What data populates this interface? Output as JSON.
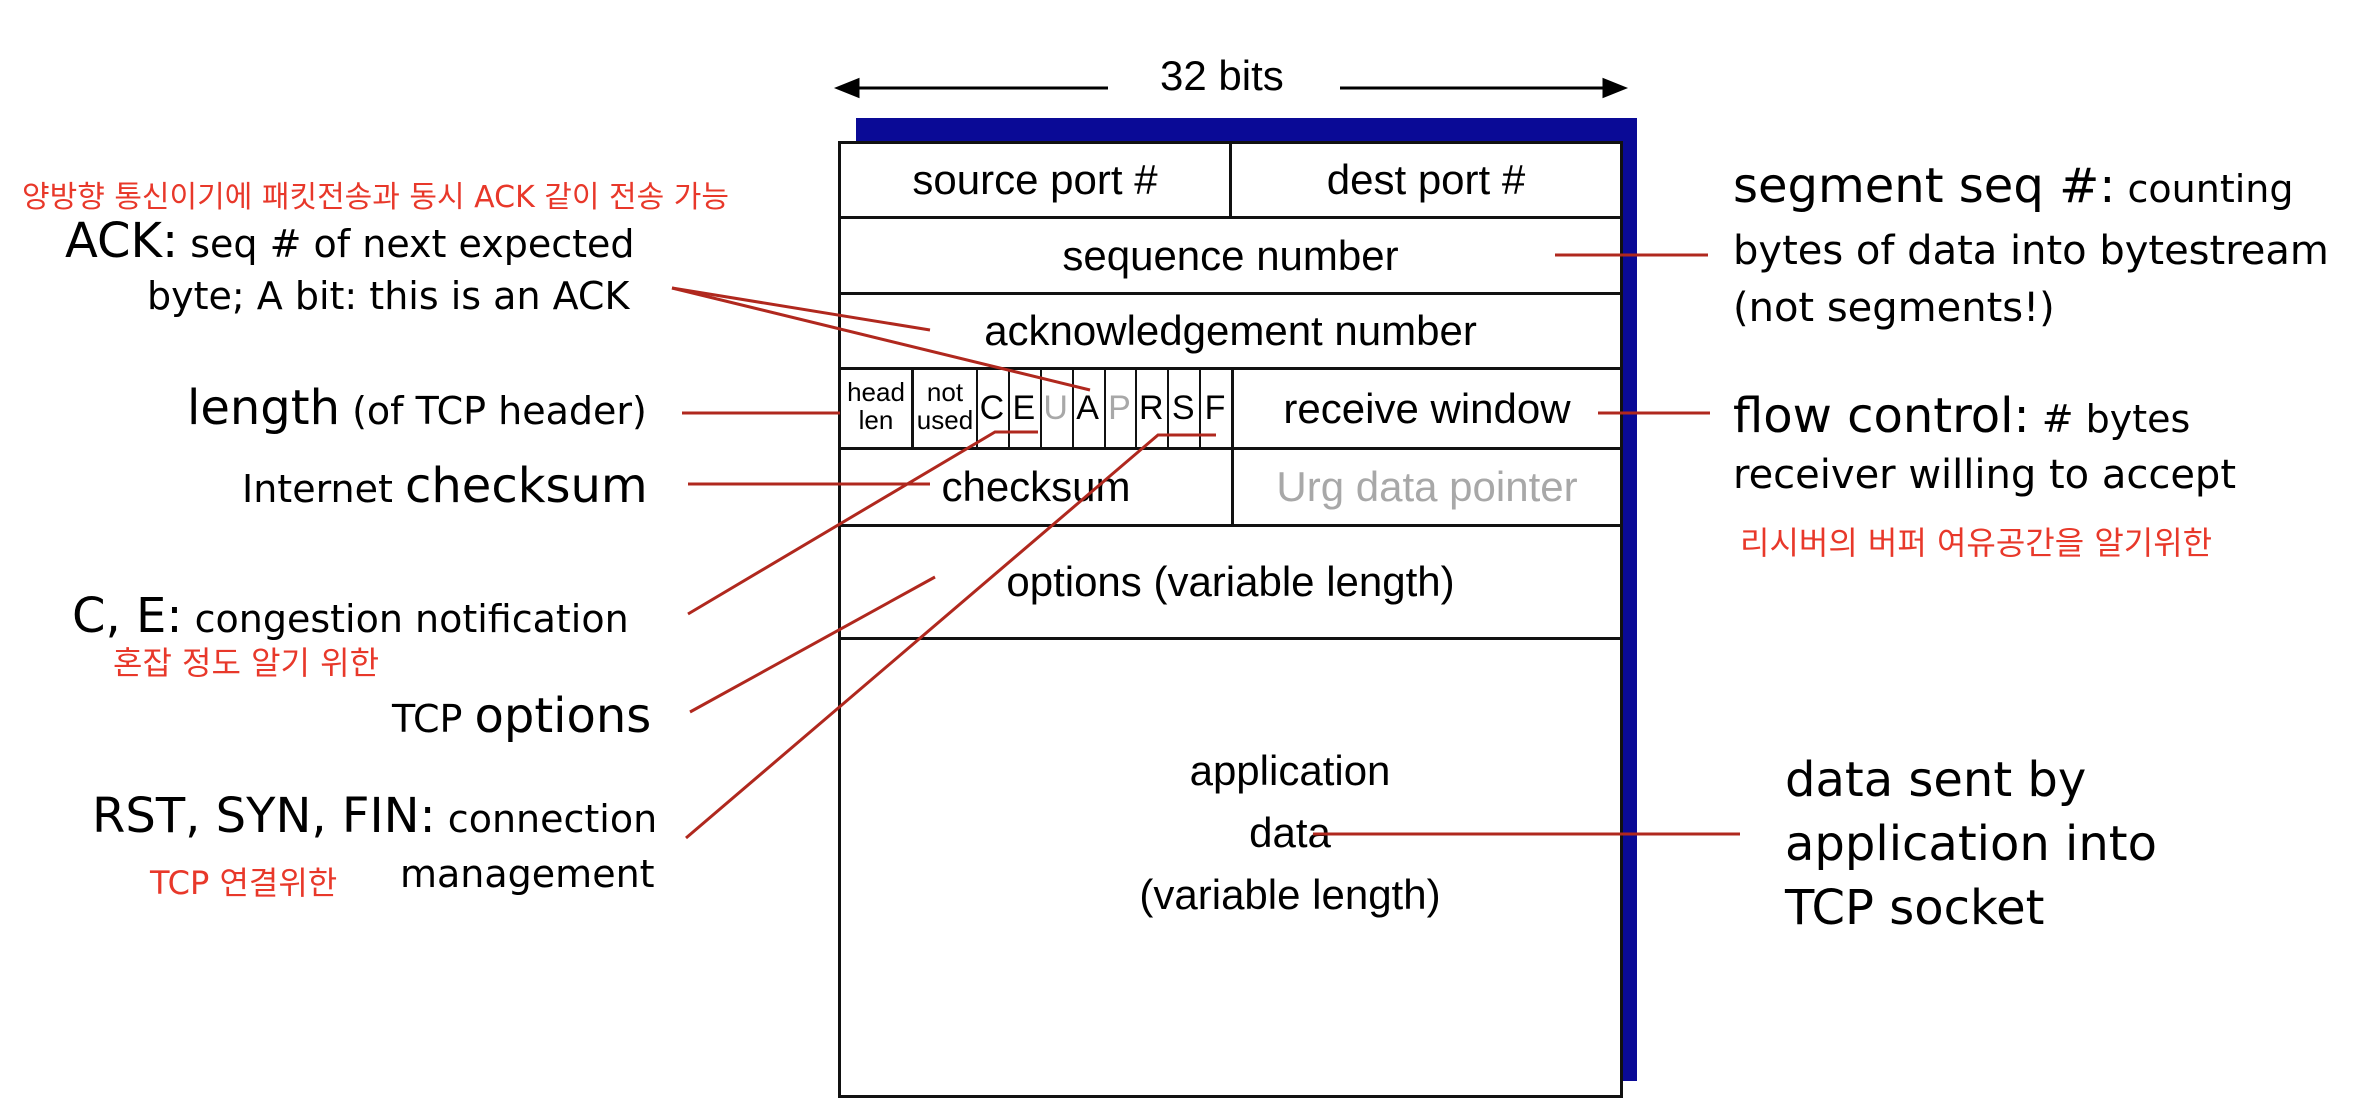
{
  "width_label": "32 bits",
  "header": {
    "source_port": "source port #",
    "dest_port": "dest port #",
    "sequence_number": "sequence number",
    "ack_number": "acknowledgement number",
    "head_len": [
      "head",
      "len"
    ],
    "not_used": [
      "not",
      "used"
    ],
    "flags": [
      {
        "letter": "C",
        "active": true
      },
      {
        "letter": "E",
        "active": true
      },
      {
        "letter": "U",
        "active": false
      },
      {
        "letter": "A",
        "active": true
      },
      {
        "letter": "P",
        "active": false
      },
      {
        "letter": "R",
        "active": true
      },
      {
        "letter": "S",
        "active": true
      },
      {
        "letter": "F",
        "active": true
      }
    ],
    "receive_window": "receive window",
    "checksum": "checksum",
    "urg_pointer": "Urg data pointer",
    "options": "options (variable length)",
    "app_data": [
      "application",
      "data",
      "(variable length)"
    ]
  },
  "left_labels": {
    "korean_top": "양방향 통신이기에 패킷전송과 동시 ACK 같이 전송 가능",
    "ack_big": "ACK:",
    "ack_rest": " seq # of next expected",
    "ack_line2": "byte; A bit: this is an ACK",
    "length_big": "length",
    "length_rest": " (of TCP header)",
    "checksum_small": "Internet ",
    "checksum_big": "checksum",
    "ce_big": "C, E:",
    "ce_rest": " congestion notification",
    "ce_korean": "혼잡 정도 알기 위한",
    "options_small": "TCP ",
    "options_big": "options",
    "rsf_big": "RST, SYN, FIN:",
    "rsf_rest": " connection",
    "rsf_line2": "management",
    "rsf_korean": "TCP 연결위한"
  },
  "right_labels": {
    "seq_big": "segment seq  #:",
    "seq_rest": " counting",
    "seq_line2": "bytes of data into bytestream",
    "seq_line3": "(not segments!)",
    "flow_big": "flow control:",
    "flow_rest": " # bytes",
    "flow_line2": "receiver willing to accept",
    "flow_korean": "리시버의 버퍼 여유공간을 알기위한",
    "data_line1": "data sent by",
    "data_line2": "application into",
    "data_line3": "TCP socket"
  },
  "colors": {
    "callout_line": "#b0281e",
    "korean_note": "#e8382a",
    "shadow": "#0a0a96",
    "inactive_flag": "#a8a8a8"
  }
}
